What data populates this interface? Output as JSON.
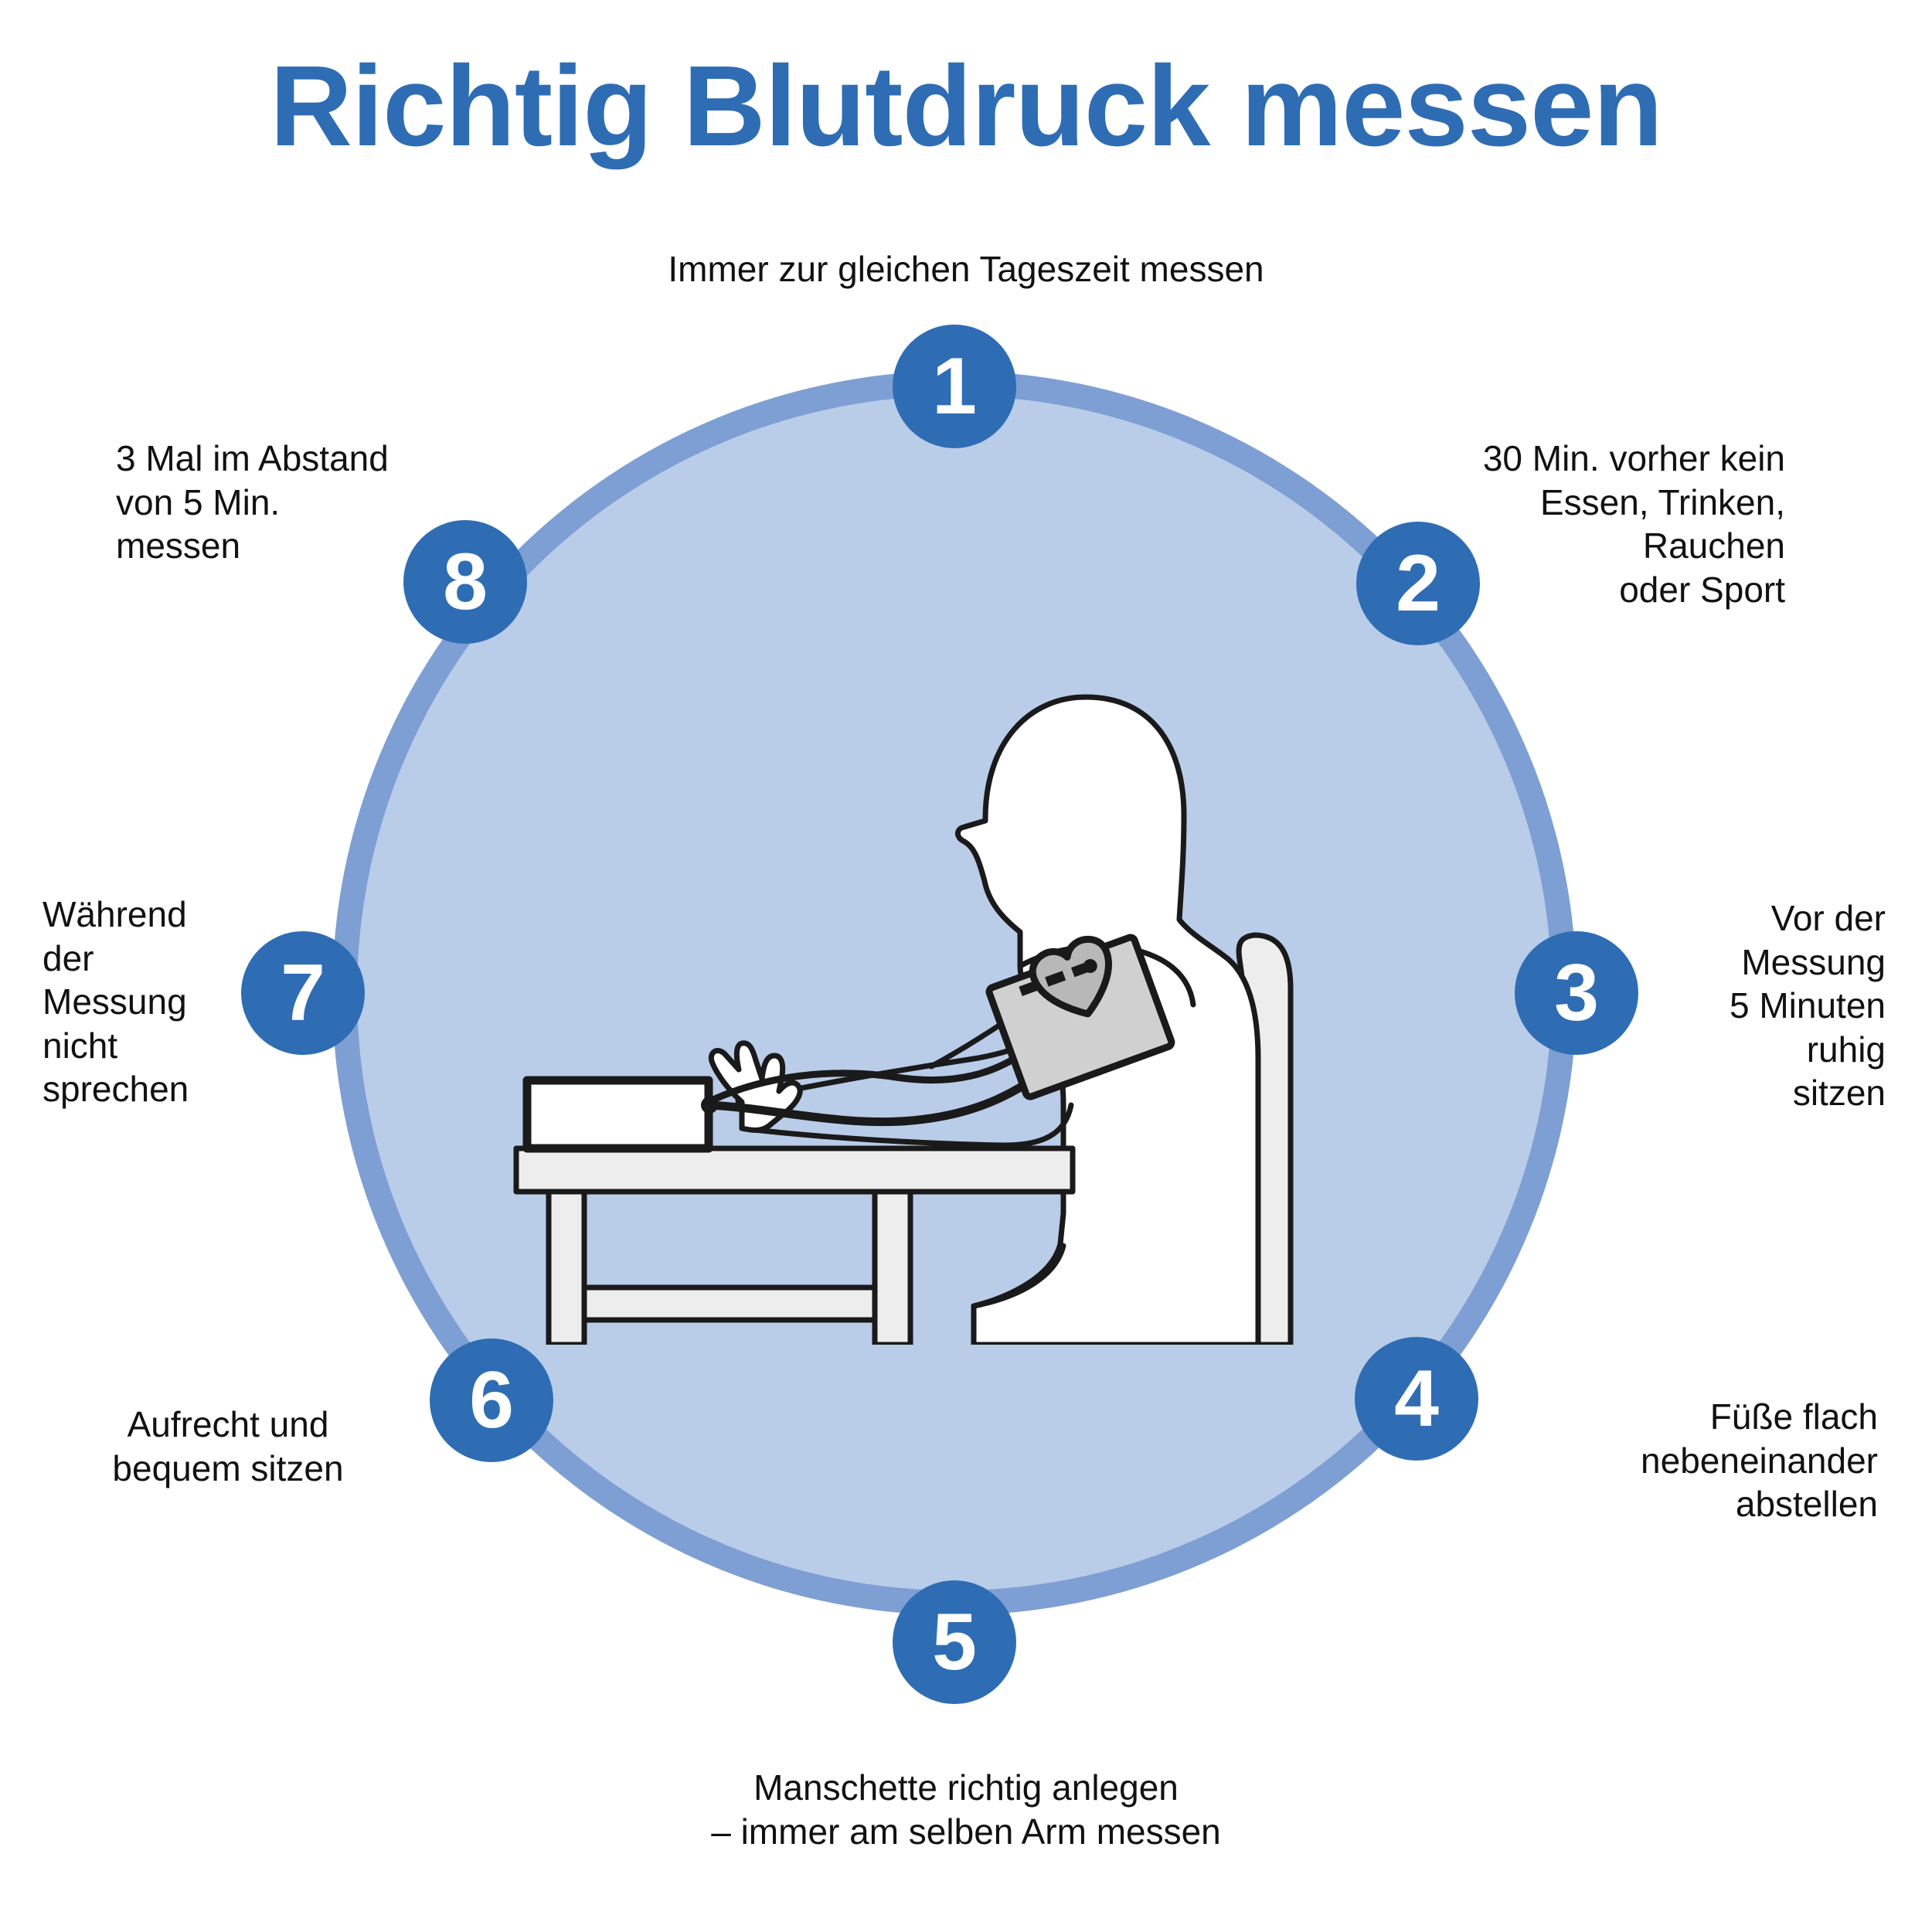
{
  "page": {
    "title": "Richtig Blutdruck messen",
    "background_color": "#ffffff"
  },
  "colors": {
    "accent_blue": "#2E6DB4",
    "ring_blue": "#7D9FD3",
    "disc_blue": "#B9CCE8",
    "text_black": "#111111",
    "furniture_gray": "#EDEDED",
    "cuff_gray": "#D0D0D0",
    "heart_gray": "#B8B8B8"
  },
  "steps": [
    {
      "number": "1",
      "text": "Immer zur gleichen Tageszeit messen"
    },
    {
      "number": "2",
      "text": "30 Min. vorher kein\nEssen, Trinken,\nRauchen\noder Sport"
    },
    {
      "number": "3",
      "text": "Vor der\nMessung\n5 Minuten\nruhig\nsitzen"
    },
    {
      "number": "4",
      "text": "Füße flach\nnebeneinander\nabstellen"
    },
    {
      "number": "5",
      "text": "Manschette richtig anlegen\n– immer am selben Arm messen"
    },
    {
      "number": "6",
      "text": "Aufrecht und\nbequem sitzen"
    },
    {
      "number": "7",
      "text": "Während\nder\nMessung\nnicht\nsprechen"
    },
    {
      "number": "8",
      "text": "3 Mal im Abstand\nvon 5 Min.\nmessen"
    }
  ],
  "illustration": {
    "name": "person-measuring-blood-pressure-at-table",
    "elements": [
      "person-silhouette",
      "chair",
      "table",
      "blood-pressure-monitor",
      "arm-cuff",
      "heart-icon",
      "cuff-tube"
    ]
  }
}
